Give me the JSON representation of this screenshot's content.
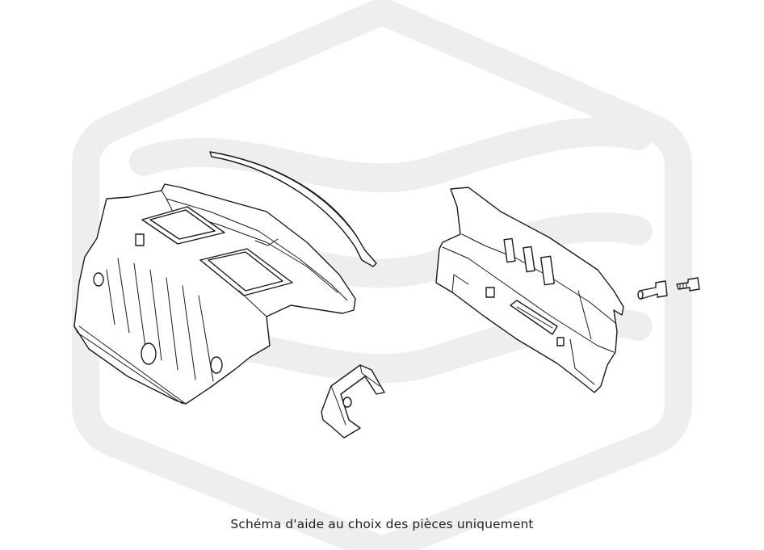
{
  "caption": "Schéma d'aide au choix des pièces uniquement",
  "watermark": {
    "color": "#eeeeee"
  },
  "parts": [
    {
      "name": "rear-package-tray"
    },
    {
      "name": "roof-rail-trim-strip"
    },
    {
      "name": "small-bracket"
    },
    {
      "name": "rear-end-panel"
    },
    {
      "name": "mounting-bolt"
    },
    {
      "name": "mounting-screw"
    }
  ]
}
